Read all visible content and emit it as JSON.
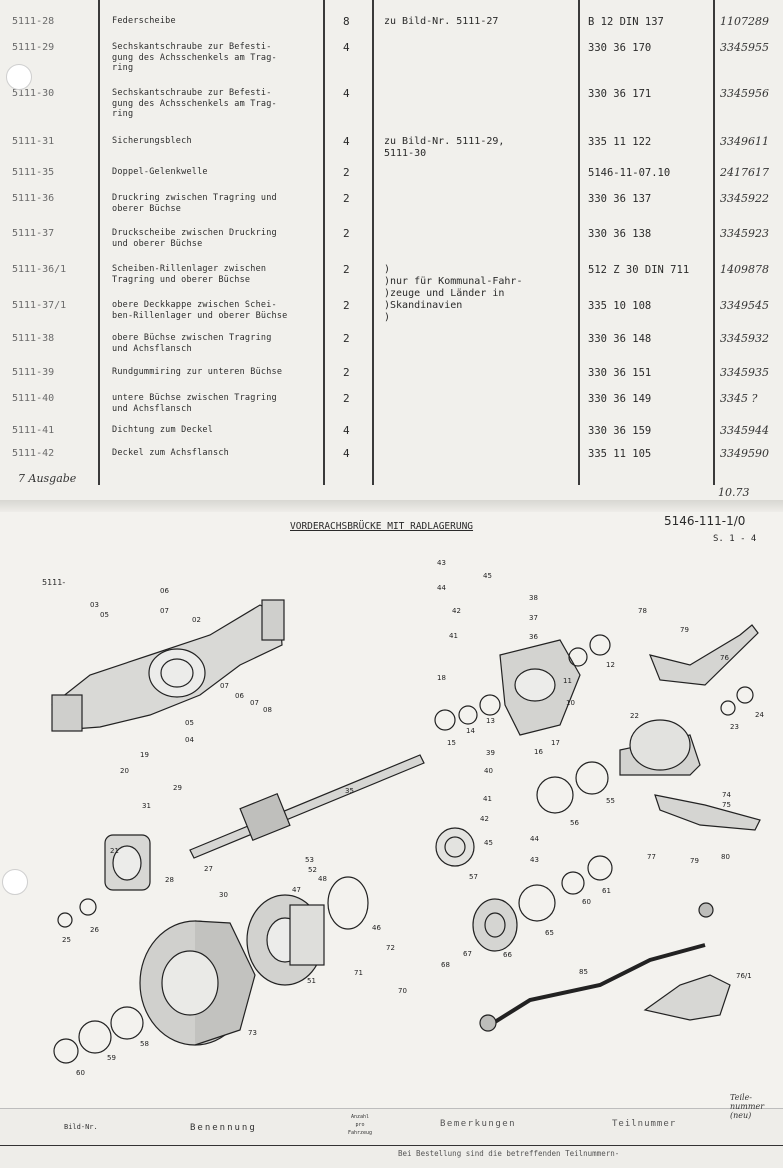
{
  "rows": [
    {
      "bild": "5111-28",
      "ben": "Federscheibe",
      "anz": "8",
      "bem": "zu Bild-Nr. 5111-27",
      "teil": "B 12 DIN 137",
      "hand": "1107289"
    },
    {
      "bild": "5111-29",
      "ben": "Sechskantschraube zur Befesti-\ngung des Achsschenkels am Trag-\nring",
      "anz": "4",
      "bem": "",
      "teil": "330 36 170",
      "hand": "3345955"
    },
    {
      "bild": "5111-30",
      "ben": "Sechskantschraube zur Befesti-\ngung des Achsschenkels am Trag-\nring",
      "anz": "4",
      "bem": "",
      "teil": "330 36 171",
      "hand": "3345956"
    },
    {
      "bild": "5111-31",
      "ben": "Sicherungsblech",
      "anz": "4",
      "bem": "zu Bild-Nr. 5111-29,\n5111-30",
      "teil": "335 11 122",
      "hand": "3349611"
    },
    {
      "bild": "5111-35",
      "ben": "Doppel-Gelenkwelle",
      "anz": "2",
      "bem": "",
      "teil": "5146-11-07.10",
      "hand": "2417617"
    },
    {
      "bild": "5111-36",
      "ben": "Druckring zwischen Tragring und\noberer Büchse",
      "anz": "2",
      "bem": "",
      "teil": "330 36 137",
      "hand": "3345922"
    },
    {
      "bild": "5111-37",
      "ben": "Druckscheibe zwischen Druckring\nund oberer Büchse",
      "anz": "2",
      "bem": "",
      "teil": "330 36 138",
      "hand": "3345923"
    },
    {
      "bild": "5111-36/1",
      "ben": "Scheiben-Rillenlager zwischen\nTragring und oberer Büchse",
      "anz": "2",
      "bem": ")\n)nur für Kommunal-Fahr-\n)zeuge und Länder in\n)Skandinavien\n)",
      "teil": "512 Z 30 DIN 711",
      "hand": "1409878"
    },
    {
      "bild": "5111-37/1",
      "ben": "obere Deckkappe zwischen Schei-\nben-Rillenlager und oberer Büchse",
      "anz": "2",
      "bem": "",
      "teil": "335 10 108",
      "hand": "3349545"
    },
    {
      "bild": "5111-38",
      "ben": "obere Büchse zwischen Tragring\nund Achsflansch",
      "anz": "2",
      "bem": "",
      "teil": "330 36 148",
      "hand": "3345932"
    },
    {
      "bild": "5111-39",
      "ben": "Rundgummiring zur unteren Büchse",
      "anz": "2",
      "bem": "",
      "teil": "330 36 151",
      "hand": "3345935"
    },
    {
      "bild": "5111-40",
      "ben": "untere Büchse zwischen Tragring\nund Achsflansch",
      "anz": "2",
      "bem": "",
      "teil": "330 36 149",
      "hand": "3345 ?"
    },
    {
      "bild": "5111-41",
      "ben": "Dichtung zum Deckel",
      "anz": "4",
      "bem": "",
      "teil": "330 36 159",
      "hand": "3345944"
    },
    {
      "bild": "5111-42",
      "ben": "Deckel zum Achsflansch",
      "anz": "4",
      "bem": "",
      "teil": "335 11 105",
      "hand": "3349590"
    }
  ],
  "note_ausgabe": "7 Ausgabe",
  "note_date": "10.73",
  "diagram": {
    "title": "VORDERACHSBRÜCKE MIT RADLAGERUNG",
    "code": "5146-111-1/0",
    "page": "S. 1 - 4",
    "group": "5111-"
  },
  "footer": {
    "c1": "Bild-Nr.",
    "c2": "Benennung",
    "c3": "Anzahl pro Fahrzeug",
    "c4": "Bemerkungen",
    "c5": "Teilnummer",
    "c6": "Teile-nummer (neu)",
    "bottom": "Bei Bestellung sind die betreffenden Teilnummern-"
  }
}
